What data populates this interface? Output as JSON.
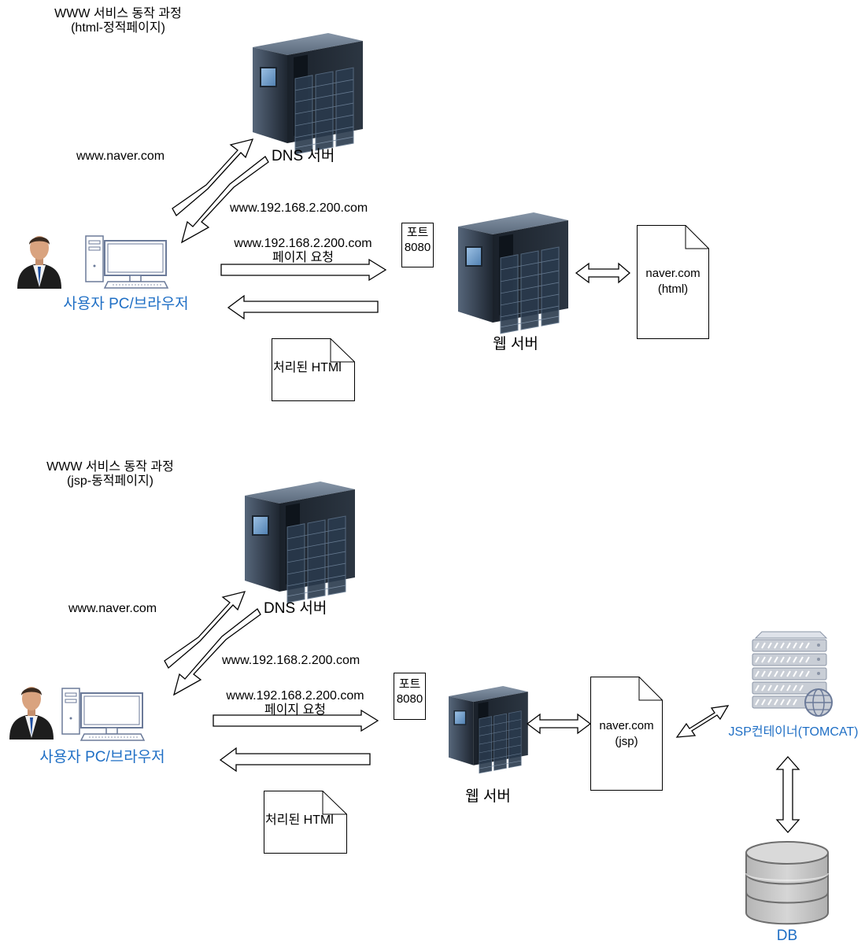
{
  "diagrams": [
    {
      "title_line1": "WWW  서비스 동작 과정",
      "title_line2": "(html-정적페이지)",
      "dns_query_label": "www.naver.com",
      "dns_server_label": "DNS 서버",
      "dns_response_label": "www.192.168.2.200.com",
      "request_label_line1": "www.192.168.2.200.com",
      "request_label_line2": "페이지 요청",
      "port_label_line1": "포트",
      "port_label_line2": "8080",
      "user_label": "사용자 PC/브라우저",
      "web_server_label": "웹 서버",
      "page_doc_line1": "naver.com",
      "page_doc_line2": "(html)",
      "response_doc_label": "처리된 HTMl"
    },
    {
      "title_line1": "WWW  서비스 동작 과정",
      "title_line2": "(jsp-동적페이지)",
      "dns_query_label": "www.naver.com",
      "dns_server_label": "DNS 서버",
      "dns_response_label": "www.192.168.2.200.com",
      "request_label_line1": "www.192.168.2.200.com",
      "request_label_line2": "페이지 요청",
      "port_label_line1": "포트",
      "port_label_line2": "8080",
      "user_label": "사용자 PC/브라우저",
      "web_server_label": "웹 서버",
      "page_doc_line1": "naver.com",
      "page_doc_line2": "(jsp)",
      "response_doc_label": "처리된 HTMl",
      "container_label": "JSP컨테이너(TOMCAT)",
      "db_label": "DB"
    }
  ],
  "colors": {
    "label_blue": "#1f6fc5",
    "server_dark": "#2a3442",
    "rack_icon": "#c9ced6",
    "db_gray": "#c8c8c8"
  }
}
